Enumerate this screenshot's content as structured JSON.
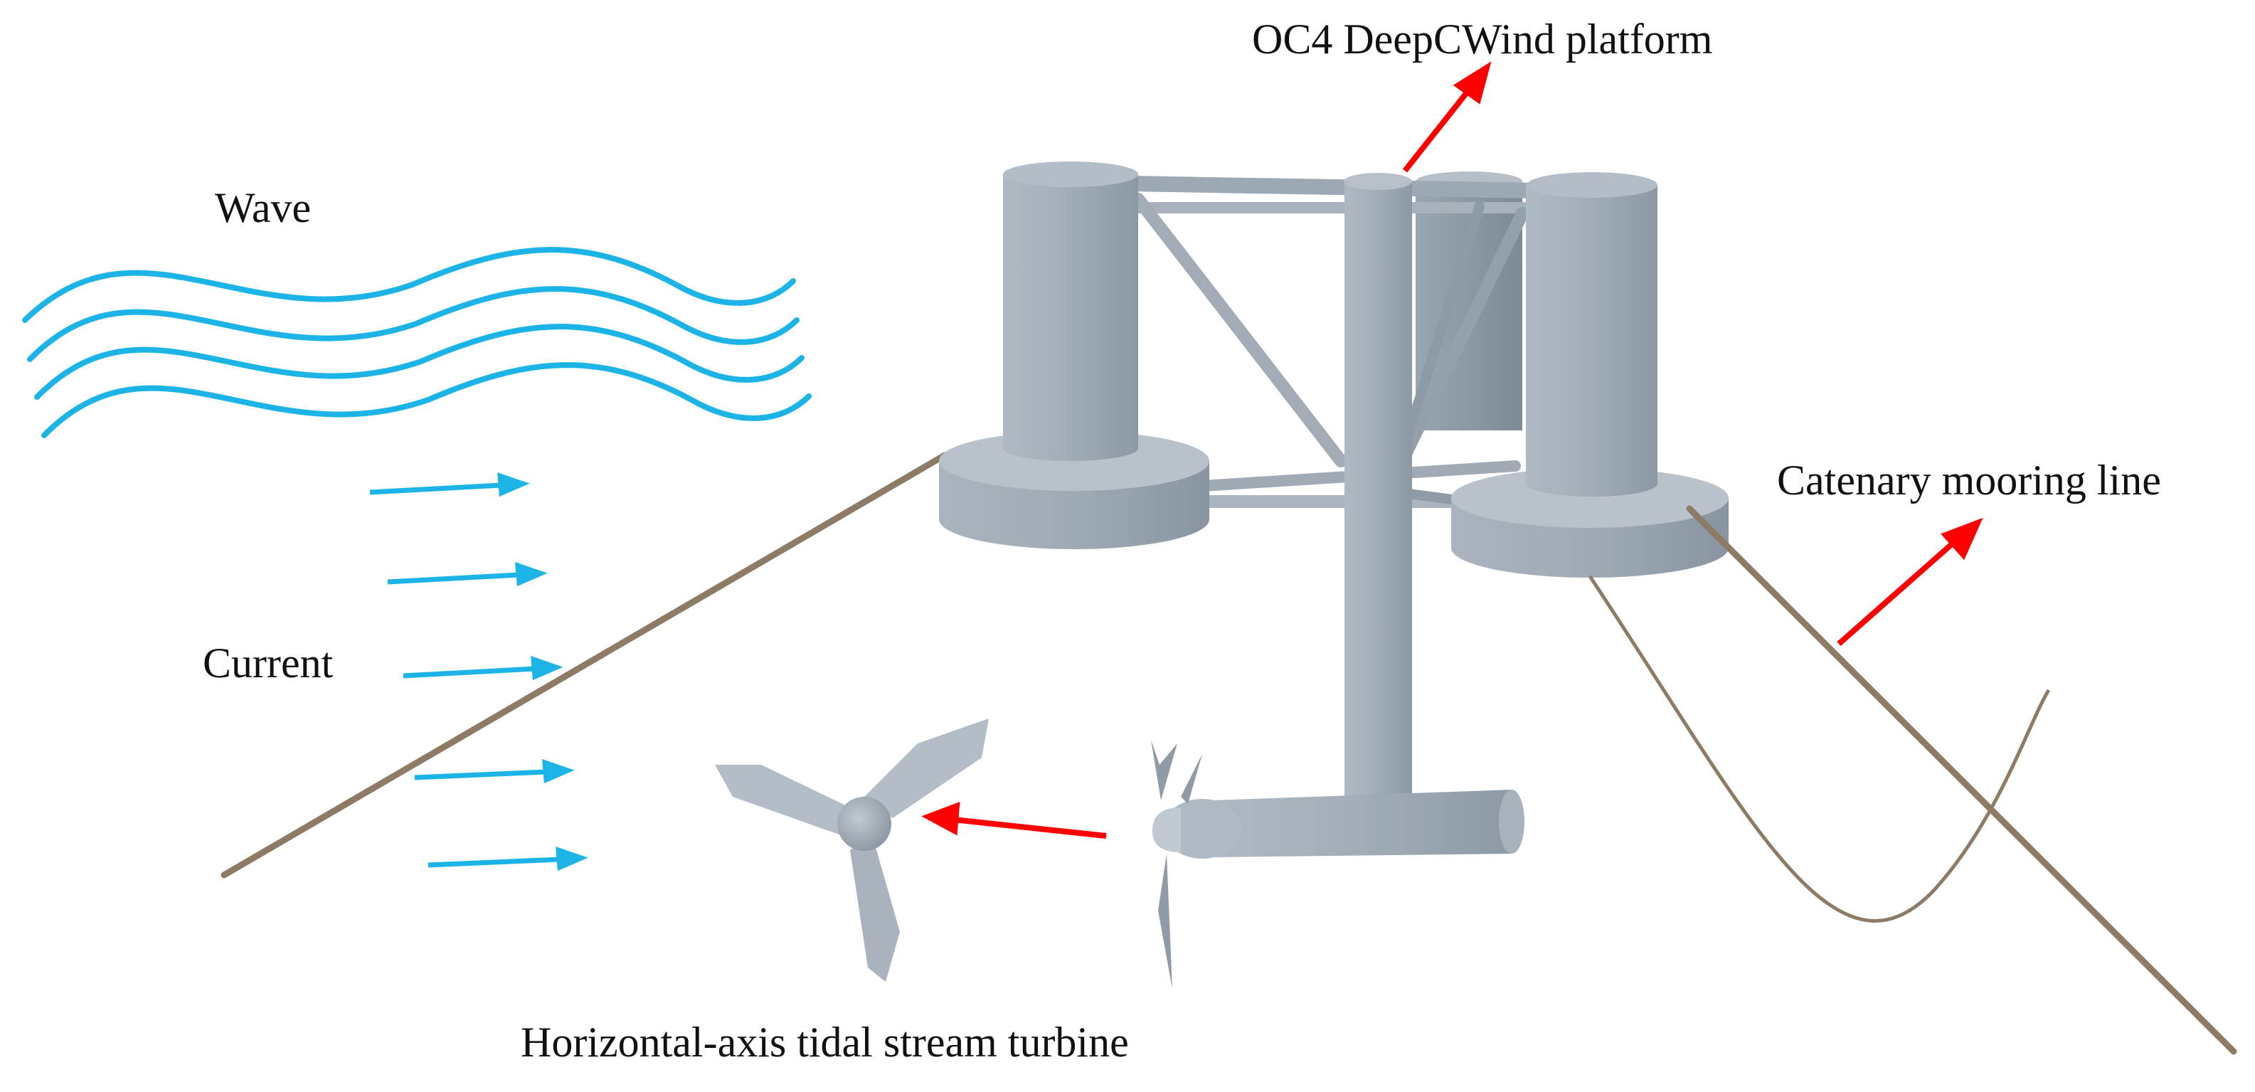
{
  "labels": {
    "platform": "OC4 DeepCWind platform",
    "wave": "Wave",
    "current": "Current",
    "mooring": "Catenary mooring line",
    "turbine": "Horizontal-axis tidal stream turbine"
  },
  "colors": {
    "wave": "#1CB3E6",
    "arrow": "#FF0000",
    "steel": "#A4AFBA",
    "mooring": "#8D7B66"
  }
}
